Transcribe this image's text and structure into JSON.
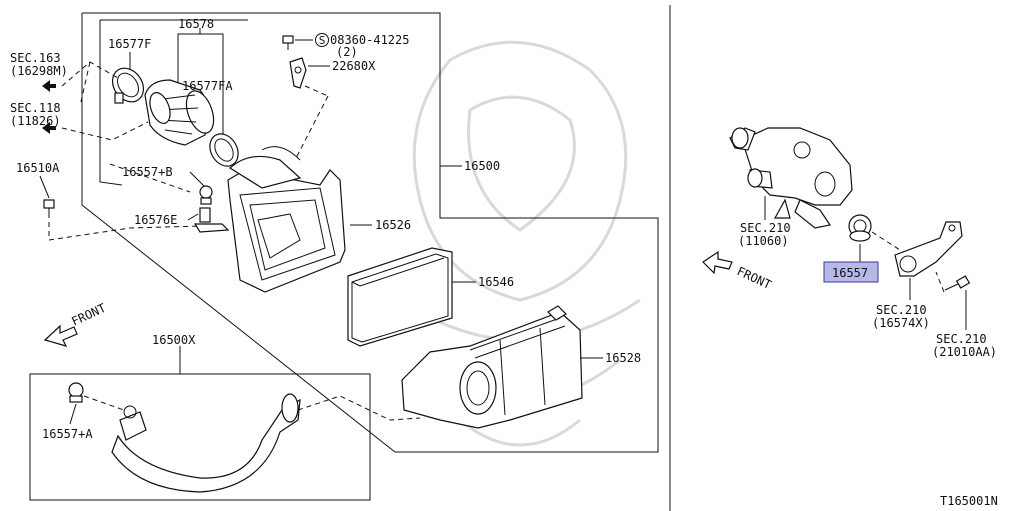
{
  "diagram": {
    "callouts": {
      "p16578": "16578",
      "p16577F": "16577F",
      "p16577FA": "16577FA",
      "bolt_code": "08360-41225",
      "bolt_qty": "(2)",
      "p22680X": "22680X",
      "sec163": "SEC.163",
      "sec163_ref": "(16298M)",
      "sec118": "SEC.118",
      "sec118_ref": "(11826)",
      "p16510A": "16510A",
      "p16557B": "16557+B",
      "p16500": "16500",
      "p16576E": "16576E",
      "p16526": "16526",
      "p16546": "16546",
      "p16500X": "16500X",
      "p16528": "16528",
      "p16557A": "16557+A",
      "front_left": "FRONT",
      "sec210_a": "SEC.210",
      "sec210_a_ref": "(11060)",
      "highlighted_part": "16557",
      "front_right": "FRONT",
      "sec210_b": "SEC.210",
      "sec210_b_ref": "(16574X)",
      "sec210_c": "SEC.210",
      "sec210_c_ref": "(21010AA)",
      "diagram_code": "T165001N"
    },
    "colors": {
      "highlight_fill": "#b8b8e8",
      "highlight_stroke": "#3a3a9a",
      "line": "#111111",
      "watermark": "#d9d9d9"
    },
    "icons": [
      "screw-s-symbol-icon",
      "front-arrow-icon"
    ]
  }
}
